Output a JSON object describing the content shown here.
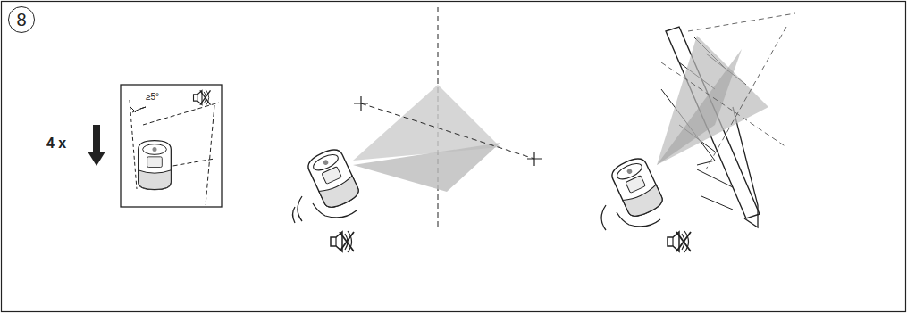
{
  "diagram": {
    "nodes": [
      {
        "text": [
          "8"
        ]
      }
    ],
    "labels": [
      "4 x",
      "≥5°"
    ]
  }
}
